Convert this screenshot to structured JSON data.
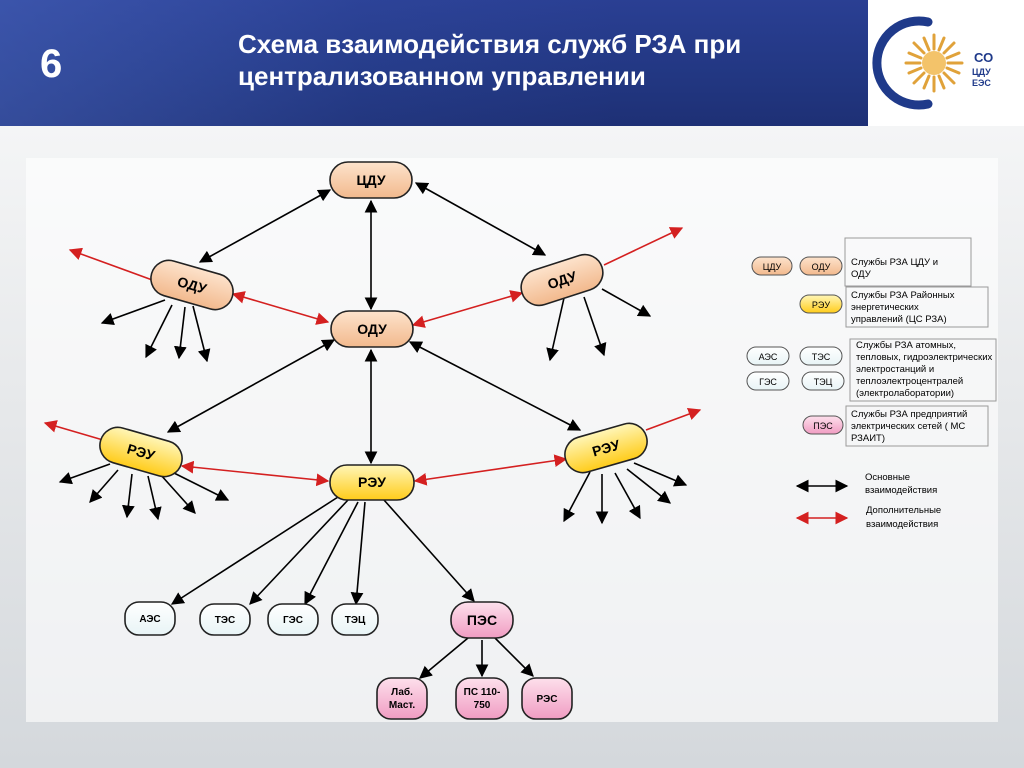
{
  "header": {
    "slide_number": "6",
    "title_line1": "Схема взаимодействия служб РЗА при",
    "title_line2": "централизованном управлении"
  },
  "logo": {
    "line1": "СО",
    "line2": "ЦДУ",
    "line3": "ЕЭС"
  },
  "nodes": {
    "cdu": "ЦДУ",
    "odu_center": "ОДУ",
    "odu_left": "ОДУ",
    "odu_right": "ОДУ",
    "reu_center": "РЭУ",
    "reu_left": "РЭУ",
    "reu_right": "РЭУ",
    "aes": "АЭС",
    "tes": "ТЭС",
    "ges": "ГЭС",
    "tec": "ТЭЦ",
    "pes": "ПЭС",
    "lab_line1": "Лаб.",
    "lab_line2": "Маст.",
    "ps_line1": "ПС 110-",
    "ps_line2": "750",
    "res": "РЭС"
  },
  "legend": {
    "cdu": "ЦДУ",
    "odu": "ОДУ",
    "cdu_odu_text_line1": "Службы РЗА ЦДУ и",
    "cdu_odu_text_line2": "ОДУ",
    "reu": "РЭУ",
    "reu_text_line1": "Службы РЗА Районных",
    "reu_text_line2": "энергетических",
    "reu_text_line3": "управлений (ЦС РЗА)",
    "aes": "АЭС",
    "tes": "ТЭС",
    "ges": "ГЭС",
    "tec": "ТЭЦ",
    "plants_text_line1": "Службы РЗА  атомных,",
    "plants_text_line2": "тепловых, гидроэлектрических",
    "plants_text_line3": "электростанций и",
    "plants_text_line4": "теплоэлектроцентралей",
    "plants_text_line5": "(электролаборатории)",
    "pes": "ПЭС",
    "pes_text_line1": "Службы РЗА предприятий",
    "pes_text_line2": "электрических сетей ( МС",
    "pes_text_line3": "РЗАИТ)",
    "main_line1": "Основные",
    "main_line2": "взаимодействия",
    "extra_line1": "Дополнительные",
    "extra_line2": "взаимодействия"
  },
  "colors": {
    "header_blue": "#223782",
    "odu_fill": "#f7c9a4",
    "reu_fill": "#ffd84a",
    "plant_fill": "#ffffff",
    "pes_fill": "#f4b3d0",
    "main_arrow": "#000000",
    "extra_arrow": "#d42020"
  }
}
